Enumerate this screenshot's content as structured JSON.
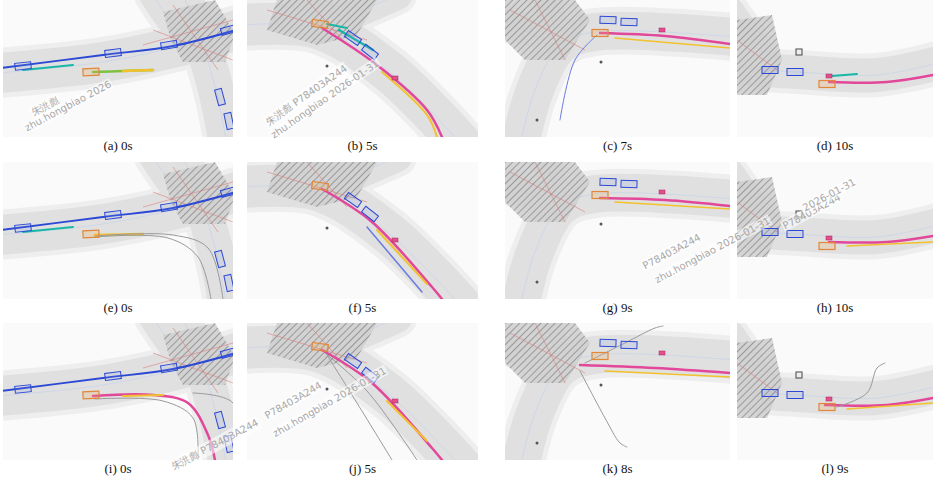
{
  "diagram": {
    "nodes": [
      {
        "text": [
          "(a) 0s"
        ]
      },
      {
        "text": [
          "(b) 5s"
        ]
      },
      {
        "text": [
          "(c) 7s"
        ]
      },
      {
        "text": [
          "(d) 10s"
        ]
      },
      {
        "text": [
          "(e) 0s"
        ]
      },
      {
        "text": [
          "(f) 5s"
        ]
      },
      {
        "text": [
          "(g) 9s"
        ]
      },
      {
        "text": [
          "(h) 10s"
        ]
      },
      {
        "text": [
          "(i) 0s"
        ]
      },
      {
        "text": [
          "(j) 5s"
        ]
      },
      {
        "text": [
          "(k) 8s"
        ]
      },
      {
        "text": [
          "(l) 9s"
        ]
      }
    ],
    "labels": [
      "朱洪彪",
      "zhu.hongbiao 2026",
      "朱洪彪 P78403A244",
      "zhu.hongbiao 2026-01-31",
      "P78403A244",
      "zhu.hongbiao 2026-01-31",
      "P78403A244",
      "2026-01-31",
      "朱洪彪 P78403A244",
      "P78403A244",
      "zhu.hongbiao 2026-01-31"
    ]
  }
}
